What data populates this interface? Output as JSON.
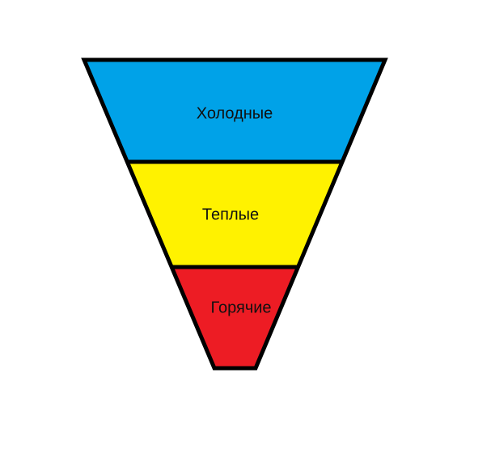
{
  "funnel": {
    "stages": [
      {
        "label": "Холодные",
        "color": "#00a2e8"
      },
      {
        "label": "Теплые",
        "color": "#fff200"
      },
      {
        "label": "Горячие",
        "color": "#ed1c24"
      }
    ]
  }
}
